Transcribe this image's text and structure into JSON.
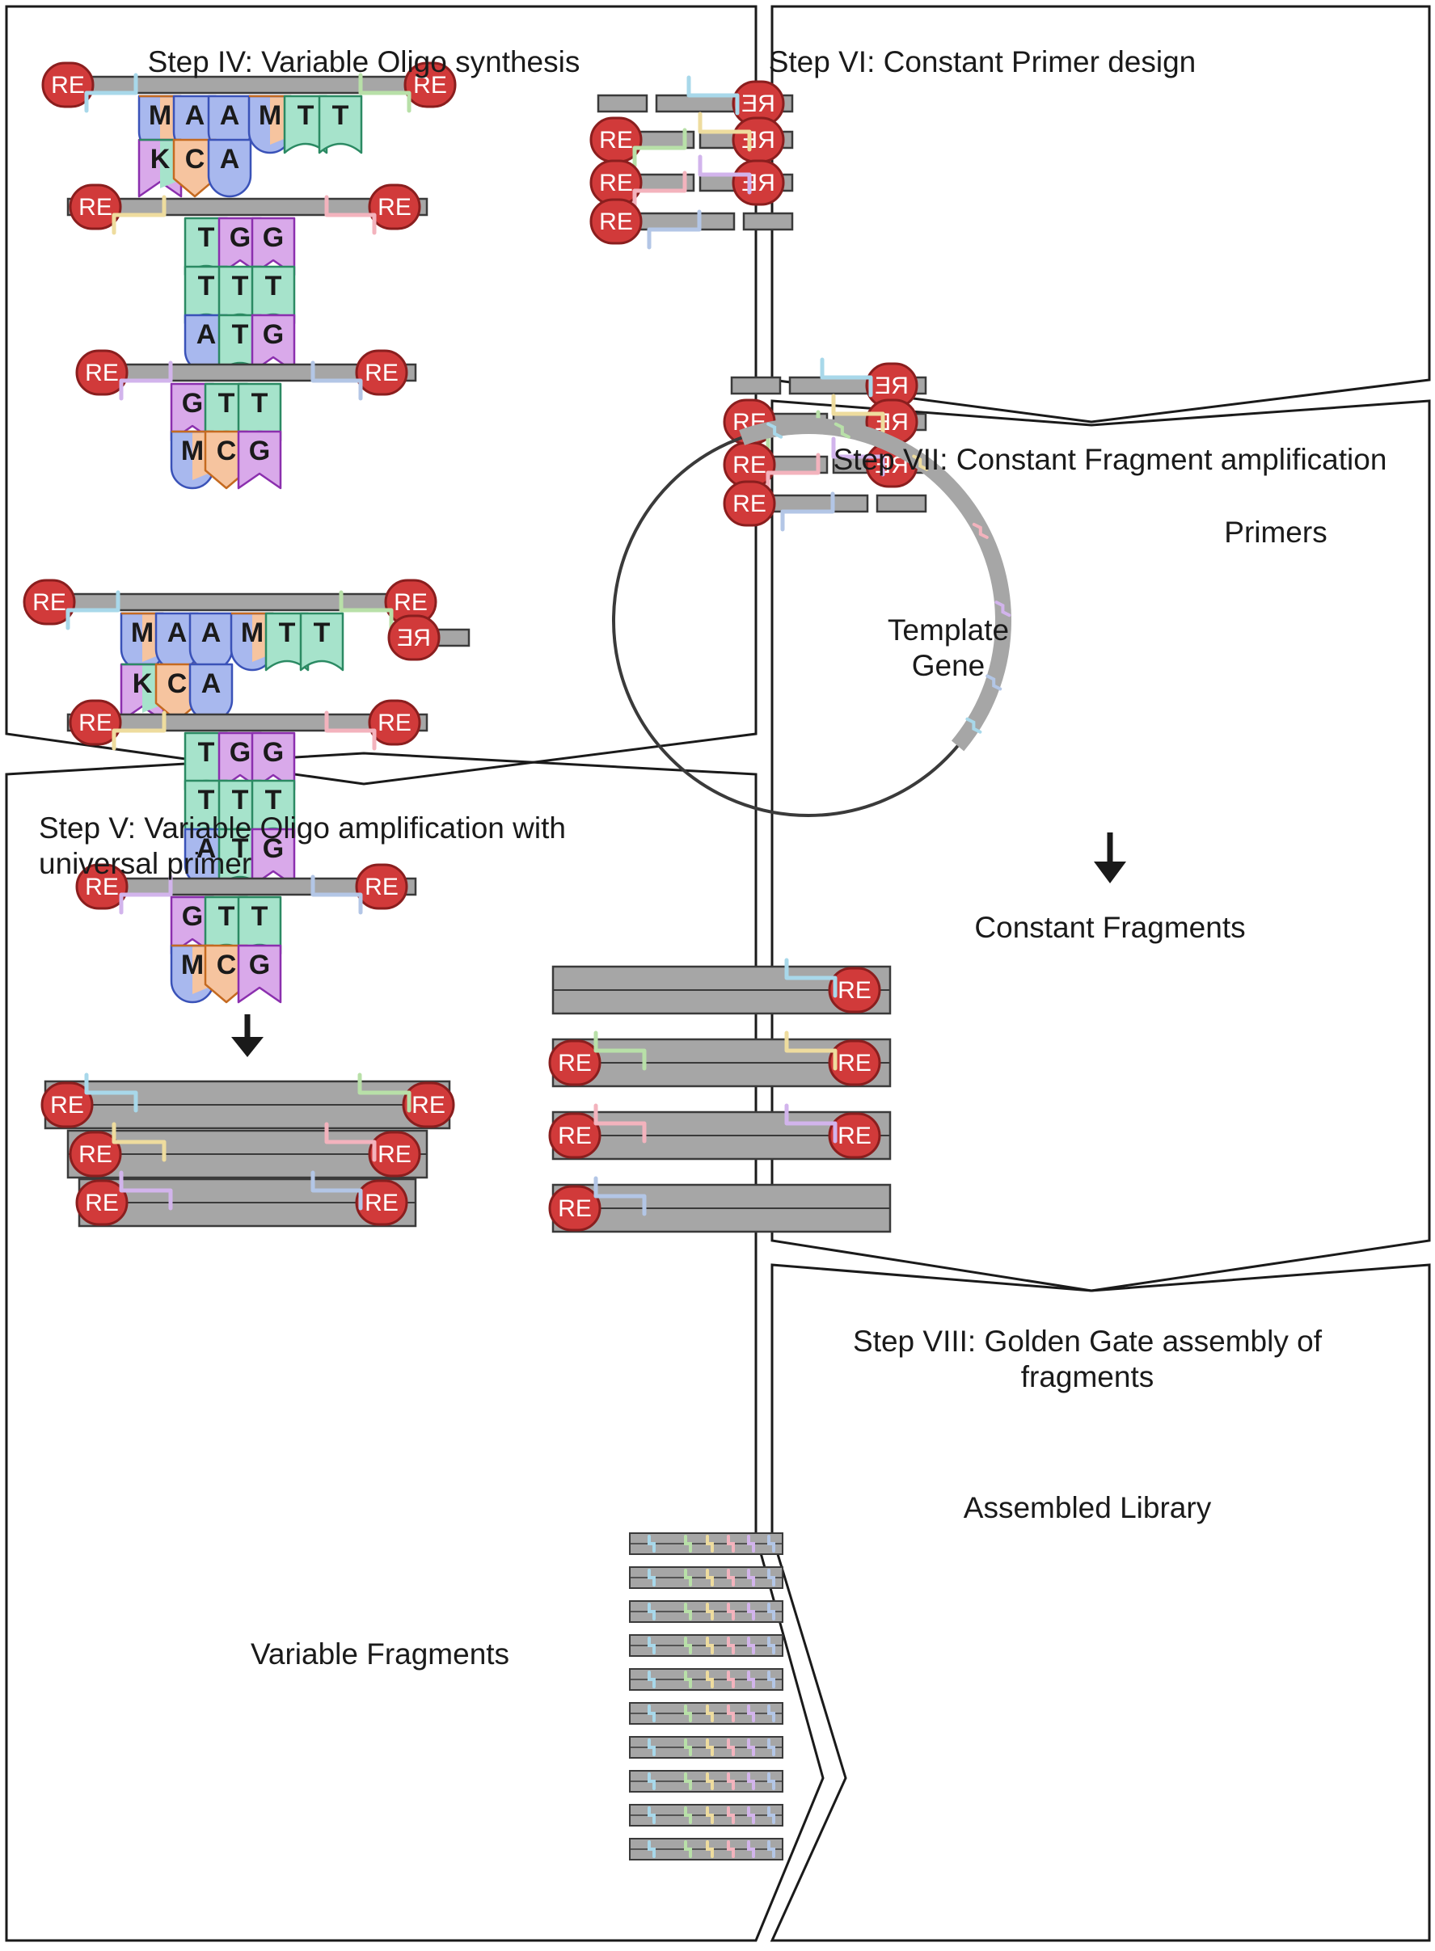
{
  "steps": {
    "step4": "Step IV: Variable Oligo synthesis",
    "step5_line1": "Step V: Variable Oligo amplification with",
    "step5_line2": "universal primer",
    "step6": "Step VI: Constant Primer design",
    "step7": "Step VII: Constant Fragment amplification",
    "step8_line1": "Step VIII: Golden Gate assembly of",
    "step8_line2": "fragments"
  },
  "labels": {
    "primers": "Primers",
    "template_line1": "Template",
    "template_line2": "Gene",
    "constant_fragments": "Constant Fragments",
    "variable_fragments": "Variable Fragments",
    "assembled_library": "Assembled Library"
  },
  "enzyme_label": "RE",
  "nucleotide_rows": [
    [
      "M",
      "A",
      "A",
      "M",
      "T",
      "T"
    ],
    [
      "K",
      "C",
      "A"
    ],
    [
      "T",
      "G",
      "G"
    ],
    [
      "T",
      "T",
      "T"
    ],
    [
      "A",
      "T",
      "G"
    ],
    [
      "G",
      "T",
      "T"
    ],
    [
      "M",
      "C",
      "G"
    ]
  ],
  "colors": {
    "bar": "#a6a6a6",
    "enzyme": "#d13a3a",
    "A": "#a8b8ee",
    "T": "#a6e3cb",
    "G": "#d9a9ea",
    "C": "#f6c49f",
    "overhang_1": "#a8d8ea",
    "overhang_2": "#b8e0a8",
    "overhang_3": "#eedc9e",
    "overhang_4": "#f3b3bd",
    "overhang_5": "#d2b4ec",
    "overhang_6": "#b3c6e6"
  },
  "library_rows": 10
}
